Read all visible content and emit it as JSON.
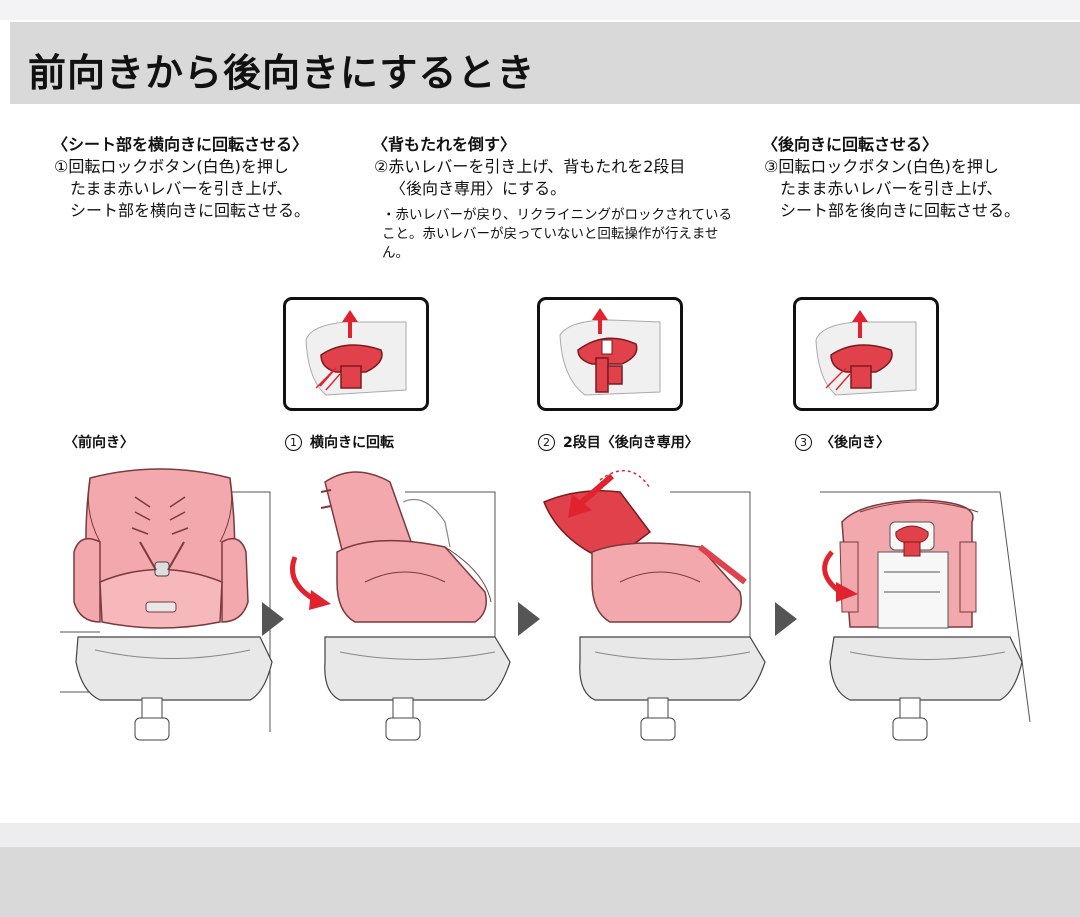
{
  "title": "前向きから後向きにするとき",
  "columns": [
    {
      "heading": "〈シート部を横向きに回転させる〉",
      "lines": [
        "①回転ロックボタン(白色)を押し",
        "たまま赤いレバーを引き上げ、",
        "シート部を横向きに回転させる。"
      ]
    },
    {
      "heading": "〈背もたれを倒す〉",
      "lines": [
        "②赤いレバーを引き上げ、背もたれを2段目",
        "〈後向き専用〉にする。"
      ],
      "note": "・赤いレバーが戻り、リクライニングがロックされていること。赤いレバーが戻っていないと回転操作が行えません。"
    },
    {
      "heading": "〈後向きに回転させる〉",
      "lines": [
        "③回転ロックボタン(白色)を押し",
        "たまま赤いレバーを引き上げ、",
        "シート部を後向きに回転させる。"
      ]
    }
  ],
  "stages": [
    {
      "num": "",
      "label": "〈前向き〉"
    },
    {
      "num": "1",
      "label": "横向きに回転"
    },
    {
      "num": "2",
      "label": "2段目〈後向き専用〉"
    },
    {
      "num": "3",
      "label": "〈後向き〉"
    }
  ],
  "colors": {
    "seat_pink": "#f2a8ac",
    "seat_outline": "#7a3a3e",
    "lever_red": "#e1414b",
    "arrow_red": "#e0232e",
    "base_gray": "#e8e8e8",
    "title_bar": "#d9d9d9"
  }
}
